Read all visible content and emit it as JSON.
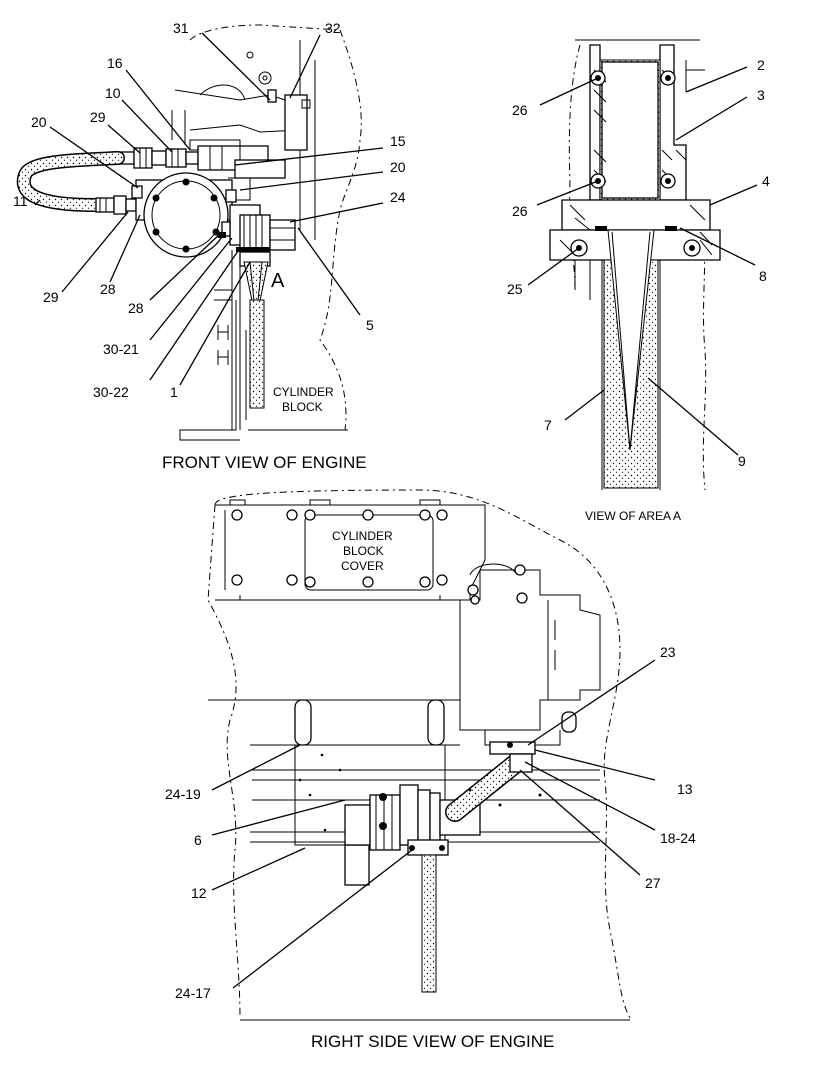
{
  "captions": {
    "front": "FRONT VIEW OF ENGINE",
    "area": "VIEW OF AREA A",
    "right": "RIGHT SIDE VIEW OF ENGINE"
  },
  "labels": {
    "cylinder_block_1": "CYLINDER",
    "cylinder_block_2": "BLOCK",
    "cover_1": "CYLINDER",
    "cover_2": "BLOCK",
    "cover_3": "COVER",
    "area_marker": "A"
  },
  "callouts": {
    "front": [
      "31",
      "32",
      "16",
      "10",
      "29",
      "20",
      "15",
      "20",
      "24",
      "11",
      "29",
      "28",
      "28",
      "30-21",
      "30-22",
      "1",
      "5"
    ],
    "area": [
      "2",
      "3",
      "26",
      "4",
      "26",
      "25",
      "8",
      "7",
      "9"
    ],
    "right": [
      "23",
      "13",
      "24-19",
      "6",
      "18-24",
      "27",
      "12",
      "24-17"
    ]
  }
}
